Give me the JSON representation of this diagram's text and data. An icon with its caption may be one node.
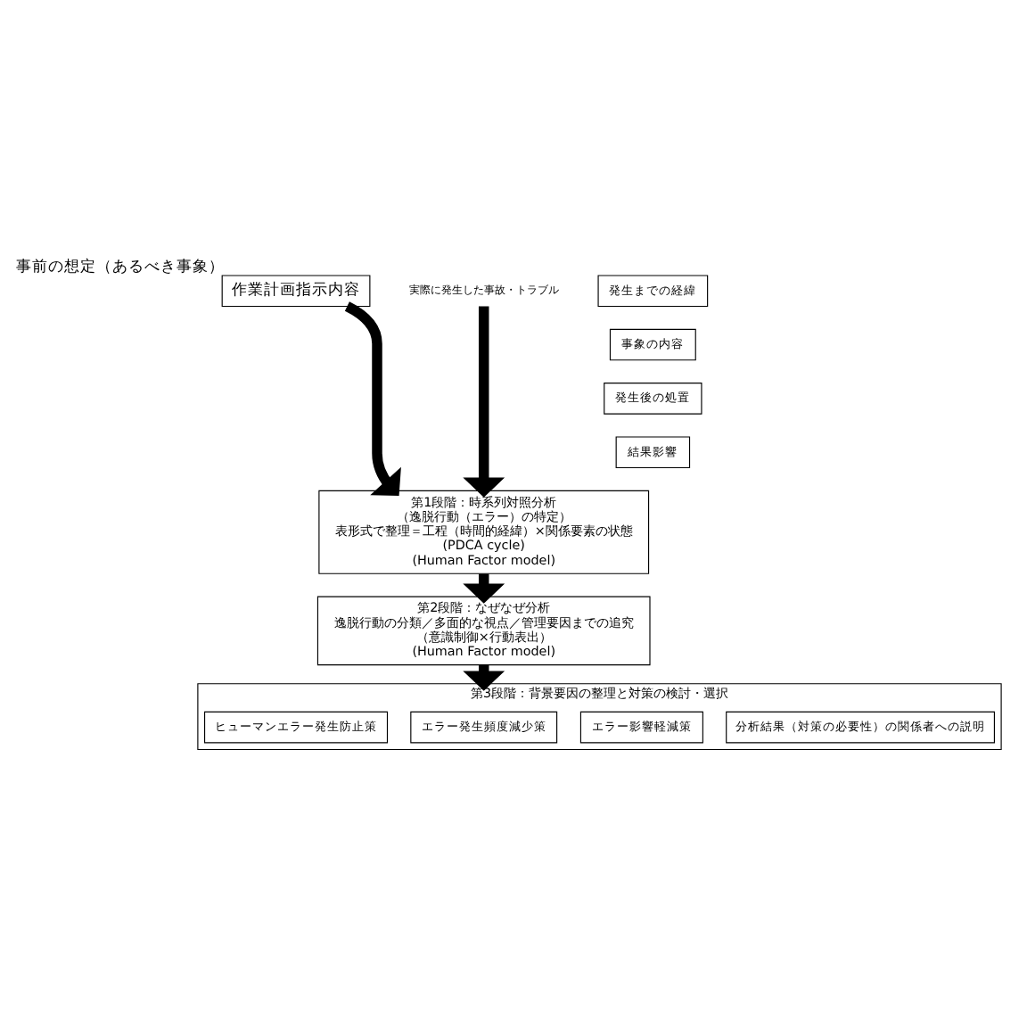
{
  "diagram": {
    "nodes": [
      {
        "text": [
          "作業計画指示内容"
        ],
        "beside": [
          "事前の想定（あるべき事象）"
        ]
      },
      {
        "text": [
          "実際に発生した事故・トラブル"
        ]
      },
      {
        "text": [
          "発生までの経緯"
        ]
      },
      {
        "text": [
          "事象の内容"
        ]
      },
      {
        "text": [
          "発生後の処置"
        ]
      },
      {
        "text": [
          "結果影響"
        ]
      },
      {
        "text": [
          "第1段階：時系列対照分析",
          "（逸脱行動（エラー）の特定）",
          "表形式で整理＝工程（時間的経緯）×関係要素の状態",
          "(PDCA cycle)",
          "(Human Factor model)"
        ]
      },
      {
        "text": [
          "第2段階：なぜなぜ分析",
          "逸脱行動の分類／多面的な視点／管理要因までの追究",
          "（意識制御×行動表出）",
          "(Human Factor model)"
        ]
      },
      {
        "text": [
          "第3段階：背景要因の整理と対策の検討・選択"
        ]
      },
      {
        "text": [
          "ヒューマンエラー発生防止策"
        ],
        "in": 8
      },
      {
        "text": [
          "エラー発生頻度減少策"
        ],
        "in": 8
      },
      {
        "text": [
          "エラー影響軽減策"
        ],
        "in": 8
      },
      {
        "text": [
          "分析結果（対策の必要性）の関係者への説明"
        ],
        "in": 8
      }
    ],
    "edges": [
      {
        "from": 0,
        "to": 6,
        "arrow": "to"
      },
      {
        "from": 1,
        "to": 6,
        "arrow": "to"
      },
      {
        "from": 6,
        "to": 7,
        "arrow": "to"
      },
      {
        "from": 7,
        "to": 8,
        "arrow": "to"
      }
    ]
  }
}
